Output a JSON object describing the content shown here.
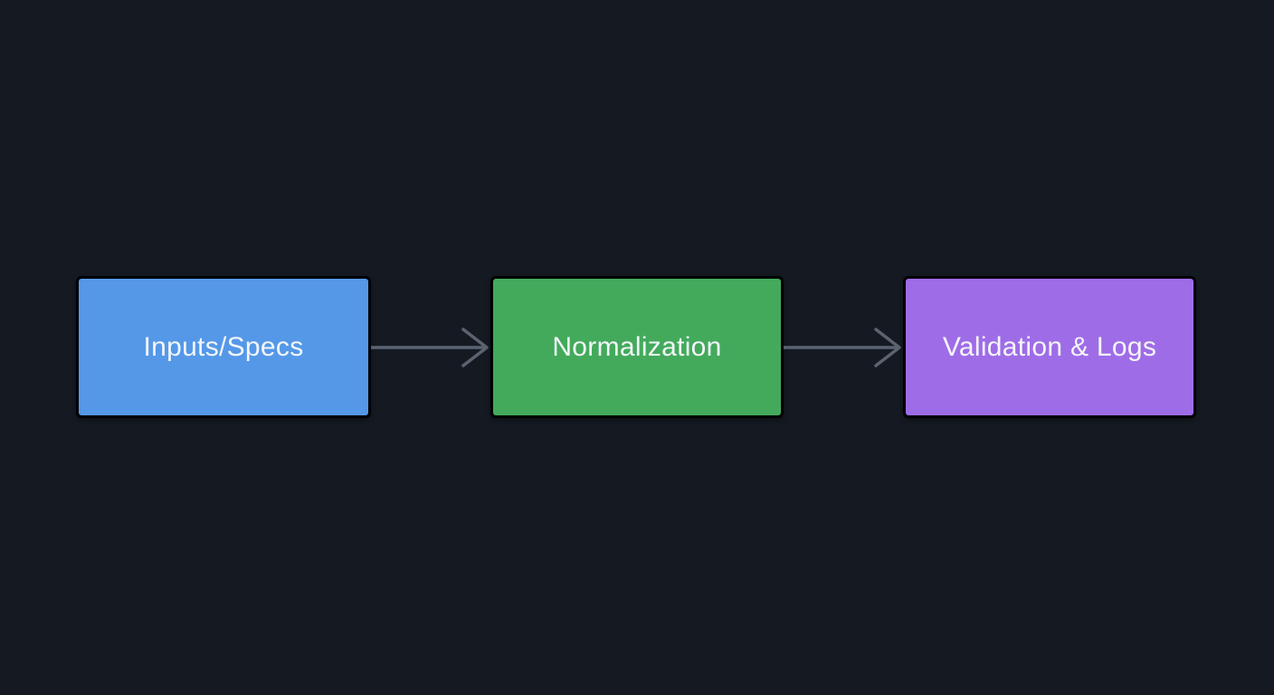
{
  "diagram": {
    "title": "flow-pipeline",
    "background_color": "#151a22",
    "text_color": "#f3f6f9",
    "node_border_color": "#4c5562",
    "arrow_color": "#5a636f",
    "nodes": [
      {
        "id": "inputs",
        "label": "Inputs/Specs",
        "fill": "#5598e8"
      },
      {
        "id": "normalize",
        "label": "Normalization",
        "fill": "#43aa5c"
      },
      {
        "id": "validation",
        "label": "Validation & Logs",
        "fill": "#9f6ce8"
      }
    ],
    "edges": [
      {
        "from": "Inputs/Specs",
        "to": "Normalization",
        "direction": "right"
      },
      {
        "from": "Normalization",
        "to": "Validation & Logs",
        "direction": "right"
      }
    ]
  }
}
